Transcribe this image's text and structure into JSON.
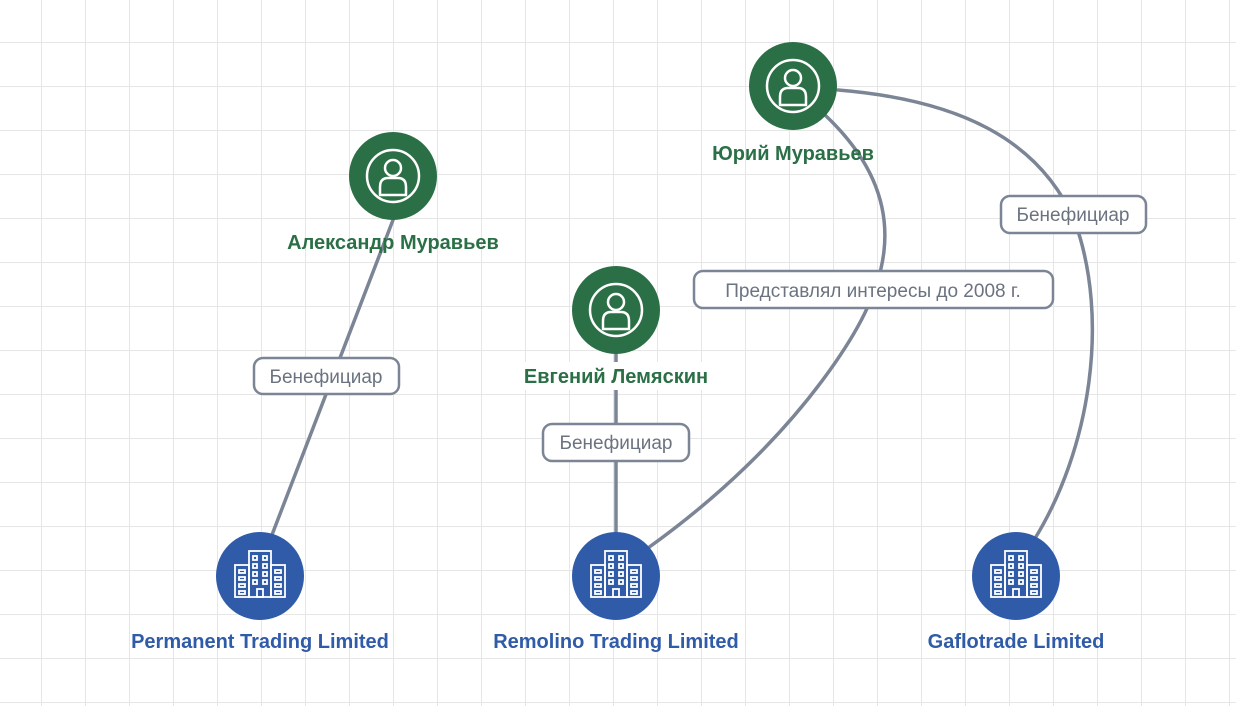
{
  "colors": {
    "person": "#2b6f46",
    "company": "#2f5ba8",
    "edge": "#7c8596",
    "person_text": "#2b6f46",
    "company_text": "#2f5ba8",
    "edge_text": "#6b7280"
  },
  "nodes": {
    "alexandr": {
      "label": "Александр Муравьев",
      "kind": "person",
      "icon": "person-icon"
    },
    "yuriy": {
      "label": "Юрий Муравьев",
      "kind": "person",
      "icon": "person-icon"
    },
    "evgeniy": {
      "label": "Евгений Лемяскин",
      "kind": "person",
      "icon": "person-icon"
    },
    "permanent": {
      "label": "Permanent Trading Limited",
      "kind": "company",
      "icon": "building-icon"
    },
    "remolino": {
      "label": "Remolino Trading Limited",
      "kind": "company",
      "icon": "building-icon"
    },
    "gaflotrade": {
      "label": "Gaflotrade Limited",
      "kind": "company",
      "icon": "building-icon"
    }
  },
  "edges": {
    "alexandr_permanent": {
      "from": "Александр Муравьев",
      "to": "Permanent Trading Limited",
      "label": "Бенефициар"
    },
    "evgeniy_remolino": {
      "from": "Евгений Лемяскин",
      "to": "Remolino Trading Limited",
      "label": "Бенефициар"
    },
    "yuriy_remolino": {
      "from": "Юрий Муравьев",
      "to": "Remolino Trading Limited",
      "label": "Представлял интересы до 2008 г."
    },
    "yuriy_gaflotrade": {
      "from": "Юрий Муравьев",
      "to": "Gaflotrade Limited",
      "label": "Бенефициар"
    }
  }
}
